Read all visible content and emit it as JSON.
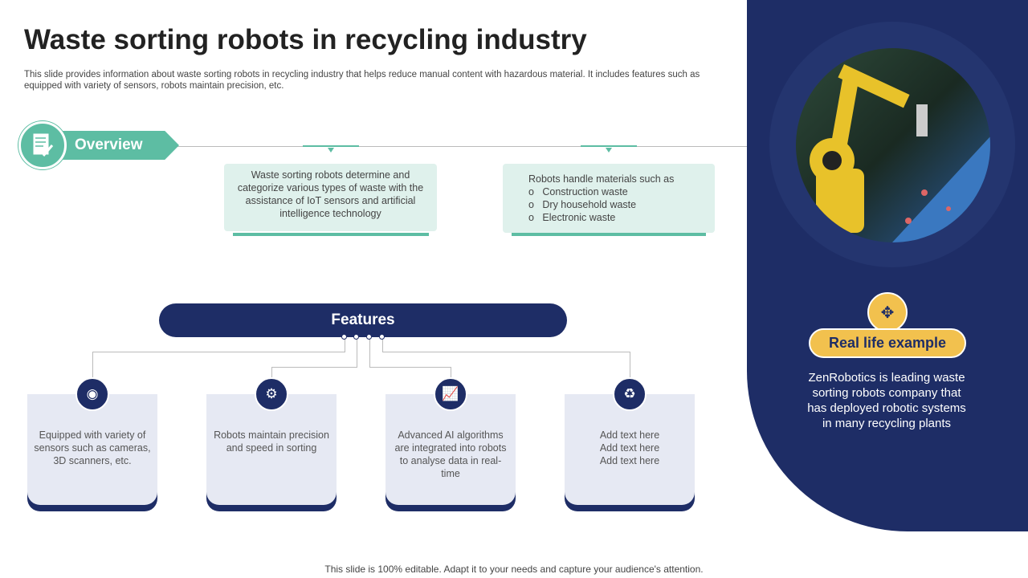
{
  "title": "Waste sorting robots in recycling industry",
  "subtitle": "This slide provides information about waste sorting robots in recycling industry that helps reduce manual content with hazardous material. It includes features such as  equipped with variety of sensors, robots maintain precision, etc.",
  "overview": {
    "label": "Overview",
    "icon": "document-pencil-icon",
    "box1": "Waste sorting robots determine and categorize various types of waste with the assistance of IoT sensors and artificial intelligence technology",
    "box2": {
      "intro": "Robots handle materials such as",
      "items": [
        "Construction waste",
        "Dry household waste",
        "Electronic waste"
      ]
    }
  },
  "features": {
    "label": "Features",
    "cards": [
      {
        "icon": "sensor-camera-icon",
        "text": "Equipped with variety of sensors such as cameras, 3D scanners, etc."
      },
      {
        "icon": "robot-arm-conveyor-icon",
        "text": "Robots maintain precision and speed in sorting"
      },
      {
        "icon": "analytics-chart-icon",
        "text": "Advanced AI algorithms are integrated into robots to analyse data in real-time"
      },
      {
        "icon": "recycle-bin-icon",
        "text": "Add text here Add text here Add text here"
      }
    ]
  },
  "example": {
    "icon": "cube-arrows-icon",
    "label": "Real life example",
    "text": "ZenRobotics is leading waste sorting robots company that has deployed robotic systems in many recycling plants"
  },
  "footer": "This slide is 100% editable. Adapt it to your needs and capture your audience's attention.",
  "colors": {
    "navy": "#1e2d66",
    "teal": "#5dbda3",
    "yellow": "#f2c14e",
    "card": "#e6e9f3"
  }
}
